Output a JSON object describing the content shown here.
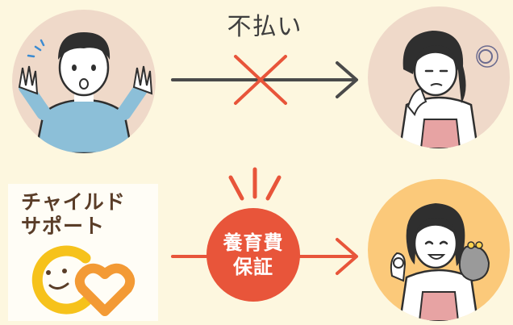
{
  "top_flow": {
    "label": "不払い",
    "colors": {
      "arrow": "#4a4a4a",
      "cross": "#e8553a"
    }
  },
  "bottom_flow": {
    "logo": {
      "line1": "チャイルド",
      "line2": "サポート"
    },
    "badge": {
      "line1": "養育費",
      "line2": "保証"
    },
    "colors": {
      "arrow": "#e8553a",
      "badge": "#e8553a"
    }
  }
}
